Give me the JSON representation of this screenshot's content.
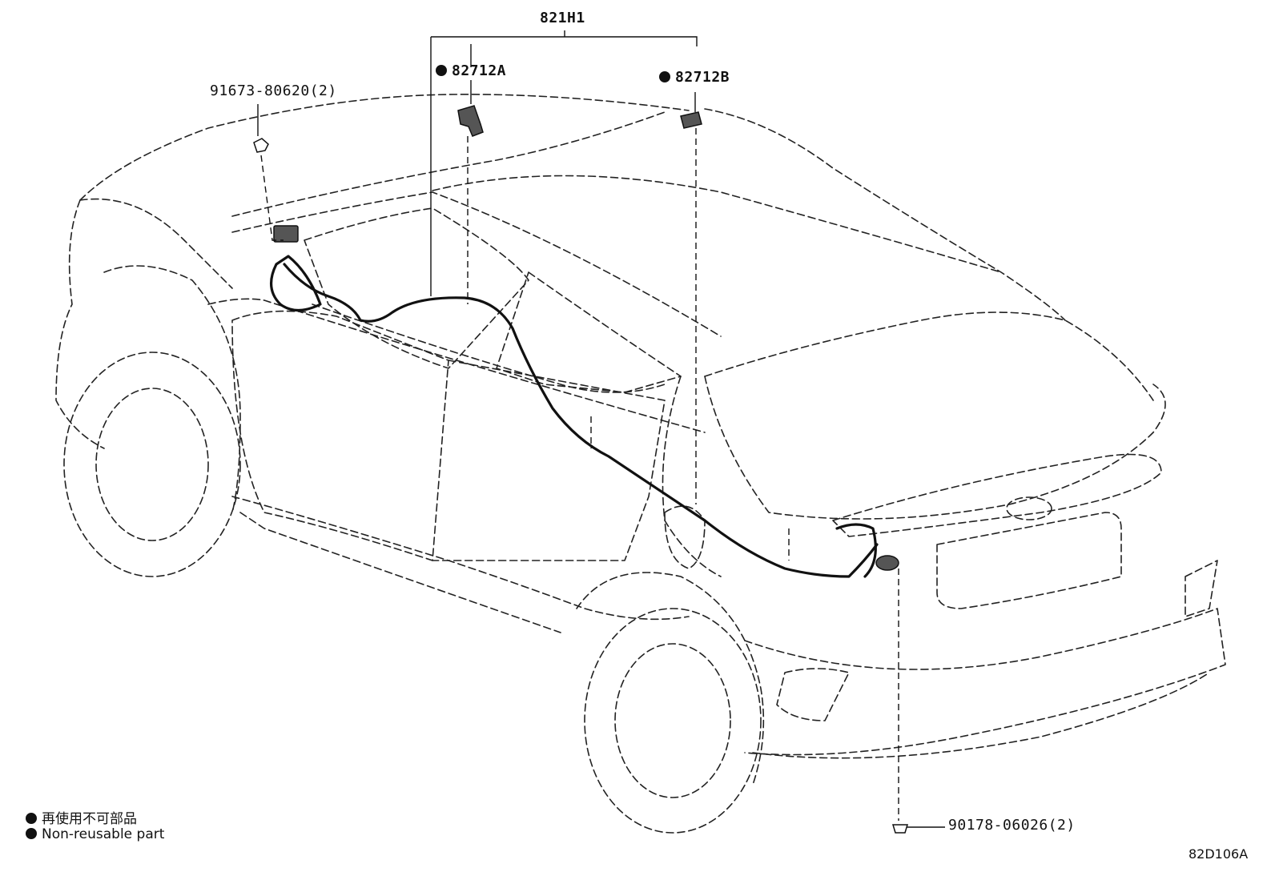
{
  "parts": {
    "group_label": "821H1",
    "part_a": "82712A",
    "part_b": "82712B",
    "bolt_top": "91673-80620(2)",
    "bolt_bottom": "90178-06026(2)"
  },
  "legend": {
    "line_ja": "再使用不可部品",
    "line_en": "Non-reusable part"
  },
  "figure_code": "82D106A"
}
